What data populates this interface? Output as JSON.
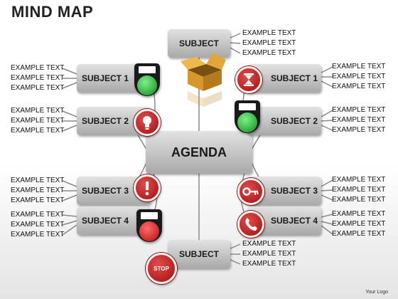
{
  "title": "MIND MAP",
  "center": "AGENDA",
  "top": {
    "label": "SUBJECT",
    "texts": [
      "EXAMPLE TEXT",
      "EXAMPLE TEXT",
      "EXAMPLE TEXT"
    ]
  },
  "bottom": {
    "label": "SUBJECT",
    "texts": [
      "EXAMPLE TEXT",
      "EXAMPLE TEXT",
      "EXAMPLE TEXT"
    ],
    "stop": "STOP"
  },
  "left": [
    {
      "label": "SUBJECT 1",
      "texts": [
        "EXAMPLE TEXT",
        "EXAMPLE TEXT",
        "EXAMPLE TEXT"
      ]
    },
    {
      "label": "SUBJECT 2",
      "texts": [
        "EXAMPLE TEXT",
        "EXAMPLE TEXT",
        "EXAMPLE TEXT"
      ]
    },
    {
      "label": "SUBJECT 3",
      "texts": [
        "EXAMPLE TEXT",
        "EXAMPLE TEXT",
        "EXAMPLE TEXT"
      ]
    },
    {
      "label": "SUBJECT 4",
      "texts": [
        "EXAMPLE TEXT",
        "EXAMPLE TEXT",
        "EXAMPLE TEXT"
      ]
    }
  ],
  "right": [
    {
      "label": "SUBJECT 1",
      "texts": [
        "EXAMPLE TEXT",
        "EXAMPLE TEXT",
        "EXAMPLE TEXT"
      ]
    },
    {
      "label": "SUBJECT 2",
      "texts": [
        "EXAMPLE TEXT",
        "EXAMPLE TEXT",
        "EXAMPLE TEXT"
      ]
    },
    {
      "label": "SUBJECT 3",
      "texts": [
        "EXAMPLE TEXT",
        "EXAMPLE TEXT",
        "EXAMPLE TEXT"
      ]
    },
    {
      "label": "SUBJECT 4",
      "texts": [
        "EXAMPLE TEXT",
        "EXAMPLE TEXT",
        "EXAMPLE TEXT"
      ]
    }
  ],
  "icons": {
    "left": [
      "green-traffic-light-icon",
      "lightbulb-icon",
      "exclamation-icon",
      "red-traffic-light-icon"
    ],
    "right": [
      "hourglass-icon",
      "green-traffic-light-icon",
      "key-icon",
      "telephone-icon"
    ],
    "top": "open-box-icon"
  },
  "colors": {
    "badge": "#c41a1a",
    "green_lamp": "#18a82a",
    "box": "#bdbdbd"
  },
  "logo": "Your Logo"
}
